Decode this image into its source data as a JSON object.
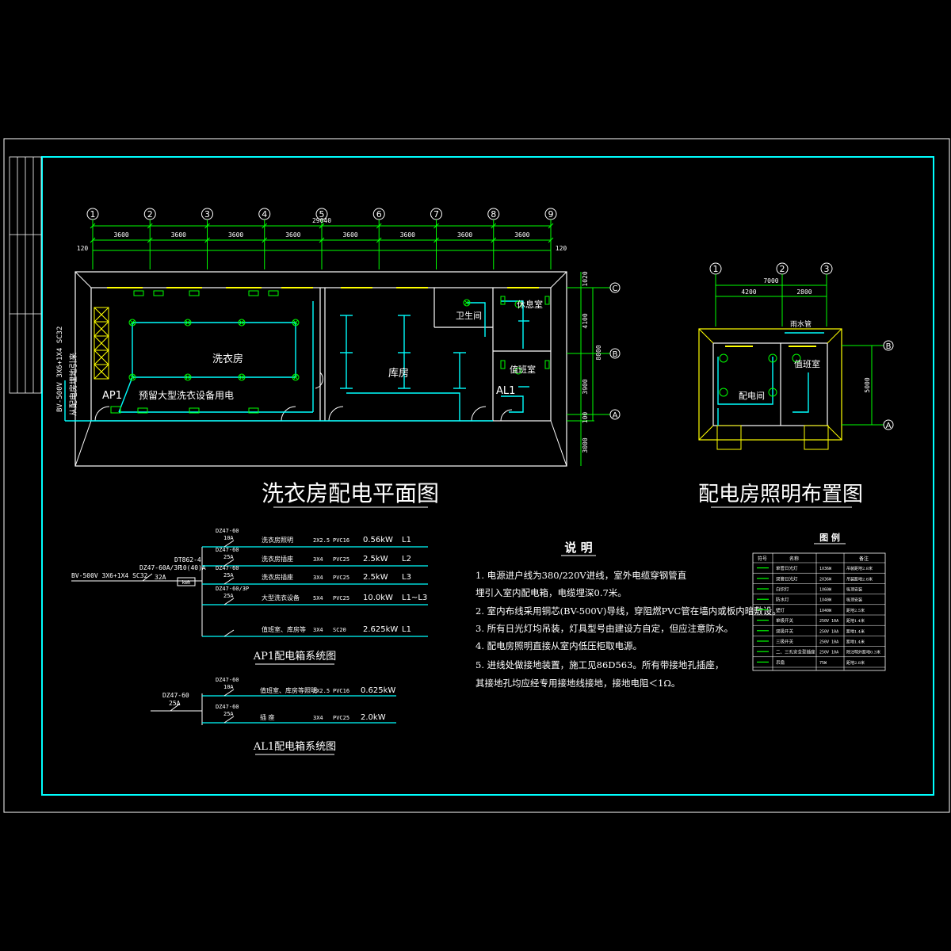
{
  "colors": {
    "bg": "#000000",
    "cyan": "#00ffff",
    "green": "#00ff00",
    "white": "#ffffff",
    "yellow": "#ffff00",
    "gray": "#bdbdbd"
  },
  "main_plan": {
    "title": "洗衣房配电平面图",
    "axes": [
      "1",
      "2",
      "3",
      "4",
      "5",
      "6",
      "7",
      "8",
      "9"
    ],
    "total_dim": "29040",
    "bay_dims": [
      "3600",
      "3600",
      "3600",
      "3600",
      "3600",
      "3600",
      "3600",
      "3600"
    ],
    "edge_dim": "120",
    "row_axes": [
      "C",
      "B",
      "A"
    ],
    "right_dims": [
      "1020",
      "4100",
      "8000",
      "3900",
      "100",
      "3000"
    ],
    "rooms": {
      "laundry": "洗衣房",
      "storage": "库房",
      "toilet": "卫生间",
      "rest": "休息室",
      "duty": "值班室"
    },
    "ap1": "AP1",
    "al1": "AL1",
    "reserve_note": "预留大型洗衣设备用电",
    "incoming_line": "BV-500V 3X6+1X4 SC32",
    "incoming_note": "从配电房埋地引来"
  },
  "small_plan": {
    "title": "配电房照明布置图",
    "axes": [
      "1",
      "2",
      "3"
    ],
    "total_dim": "7000",
    "bay_dims": [
      "4200",
      "2800"
    ],
    "row_axes": [
      "B",
      "A"
    ],
    "right_dim": "5000",
    "rooms": {
      "power": "配电间",
      "duty": "值班室"
    },
    "pipe_label": "雨水管"
  },
  "ap1_system": {
    "title": "AP1配电箱系统图",
    "incoming": "BV-500V 3X6+1X4 SC32",
    "main_breaker": "DZ47-60A/3P",
    "main_rating": "32A",
    "meter": "DT862-4",
    "meter_rating": "10(40)A",
    "meter_box": "kWh",
    "circuits": [
      {
        "breaker": "DZ47-60",
        "rating": "10A",
        "name": "洗衣房照明",
        "cable": "2X2.5",
        "pipe": "PVC16",
        "load": "0.56kW",
        "phase": "L1"
      },
      {
        "breaker": "DZ47-60",
        "rating": "25A",
        "name": "洗衣房插座",
        "cable": "3X4",
        "pipe": "PVC25",
        "load": "2.5kW",
        "phase": "L2"
      },
      {
        "breaker": "DZ47-60",
        "rating": "25A",
        "name": "洗衣房插座",
        "cable": "3X4",
        "pipe": "PVC25",
        "load": "2.5kW",
        "phase": "L3"
      },
      {
        "breaker": "DZ47-60/3P",
        "rating": "25A",
        "name": "大型洗衣设备",
        "cable": "5X4",
        "pipe": "PVC25",
        "load": "10.0kW",
        "phase": "L1~L3"
      },
      {
        "breaker": "",
        "rating": "",
        "name": "值班室、库房等",
        "cable": "3X4",
        "pipe": "SC20",
        "load": "2.625kW",
        "phase": "L1"
      }
    ]
  },
  "al1_system": {
    "title": "AL1配电箱系统图",
    "main_breaker": "DZ47-60",
    "main_rating": "25A",
    "circuits": [
      {
        "breaker": "DZ47-60",
        "rating": "10A",
        "name": "值班室、库房等照明",
        "cable": "2X2.5",
        "pipe": "PVC16",
        "load": "0.625kW"
      },
      {
        "breaker": "DZ47-60",
        "rating": "25A",
        "name": "插 座",
        "cable": "3X4",
        "pipe": "PVC25",
        "load": "2.0kW"
      }
    ]
  },
  "notes": {
    "title": "说 明",
    "items": [
      "1.  电源进户线为380/220V进线，室外电缆穿钢管直",
      "     埋引入室内配电箱，电缆埋深0.7米。",
      "2.  室内布线采用铜芯(BV-500V)导线，穿阻燃PVC管在墙内或板内暗敷设。",
      "3.  所有日光灯均吊装，灯具型号由建设方自定，但应注意防水。",
      "4.  配电房照明直接从室内低压柜取电源。",
      "5.  进线处做接地装置，施工见86D563。所有带接地孔插座，",
      "     其接地孔均应经专用接地线接地，接地电阻＜1Ω。"
    ]
  },
  "legend": {
    "title": "图  例",
    "headers": [
      "符号",
      "名称",
      "备注"
    ],
    "rows": [
      {
        "name": "单管日光灯",
        "spec": "1X36W",
        "note": "吊装距地2.8米"
      },
      {
        "name": "双管日光灯",
        "spec": "2X36W",
        "note": "吊装距地2.8米"
      },
      {
        "name": "白炽灯",
        "spec": "1X60W",
        "note": "吸顶安装"
      },
      {
        "name": "防水灯",
        "spec": "1X40W",
        "note": "吸顶安装"
      },
      {
        "name": "壁灯",
        "spec": "1X40W",
        "note": "距地2.5米"
      },
      {
        "name": "单极开关",
        "spec": "250V 10A",
        "note": "距地1.4米"
      },
      {
        "name": "双极开关",
        "spec": "250V 10A",
        "note": "距地1.4米"
      },
      {
        "name": "三极开关",
        "spec": "250V 10A",
        "note": "距地1.4米"
      },
      {
        "name": "二、三孔安全型插座",
        "spec": "250V 10A",
        "note": "除注明外距地0.3米"
      },
      {
        "name": "吊扇",
        "spec": "75W",
        "note": "距地2.8米"
      }
    ]
  }
}
